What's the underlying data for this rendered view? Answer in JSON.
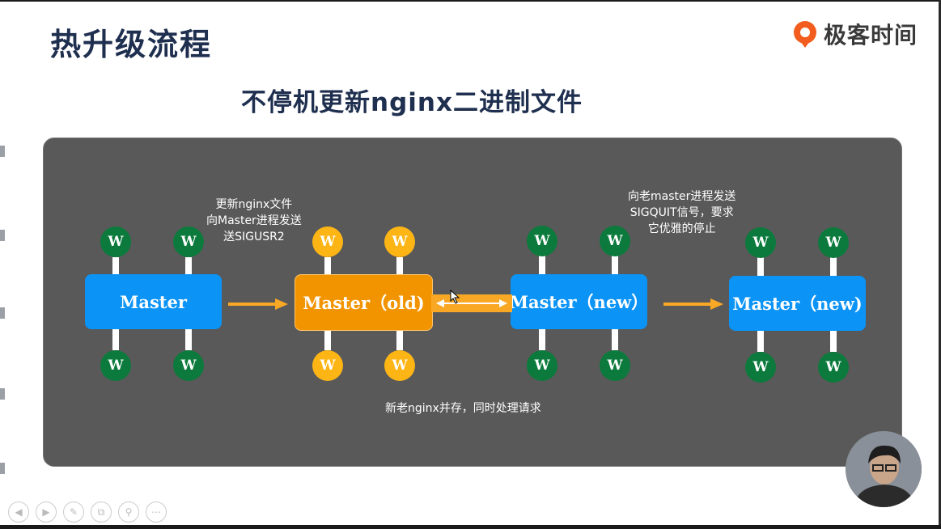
{
  "slide": {
    "title": "热升级流程",
    "subtitle": "不停机更新nginx二进制文件"
  },
  "logo": {
    "name": "极客时间",
    "icon": "geek-time-logo-icon"
  },
  "diagram": {
    "masters": [
      {
        "label": "Master"
      },
      {
        "label": "Master（old)"
      },
      {
        "label": "Master（new）"
      },
      {
        "label": "Master（new)"
      }
    ],
    "worker_label": "W",
    "notes": {
      "update": [
        "更新nginx文件",
        "向Master进程发送",
        "送SIGUSR2"
      ],
      "quit": [
        "向老master进程发送",
        "SIGQUIT信号，要求",
        "它优雅的停止"
      ],
      "coexist": "新老nginx并存，同时处理请求"
    }
  },
  "toolbar": {
    "icons": [
      "prev-icon",
      "next-icon",
      "pen-icon",
      "copy-icon",
      "zoom-icon",
      "more-icon"
    ]
  },
  "colors": {
    "title": "#1f2f4f",
    "panel": "#595959",
    "master_blue": "#0b93f6",
    "master_orange": "#f29400",
    "worker_green": "#0b7a3c",
    "worker_yellow": "#fdb515",
    "arrow": "#f9a825"
  }
}
